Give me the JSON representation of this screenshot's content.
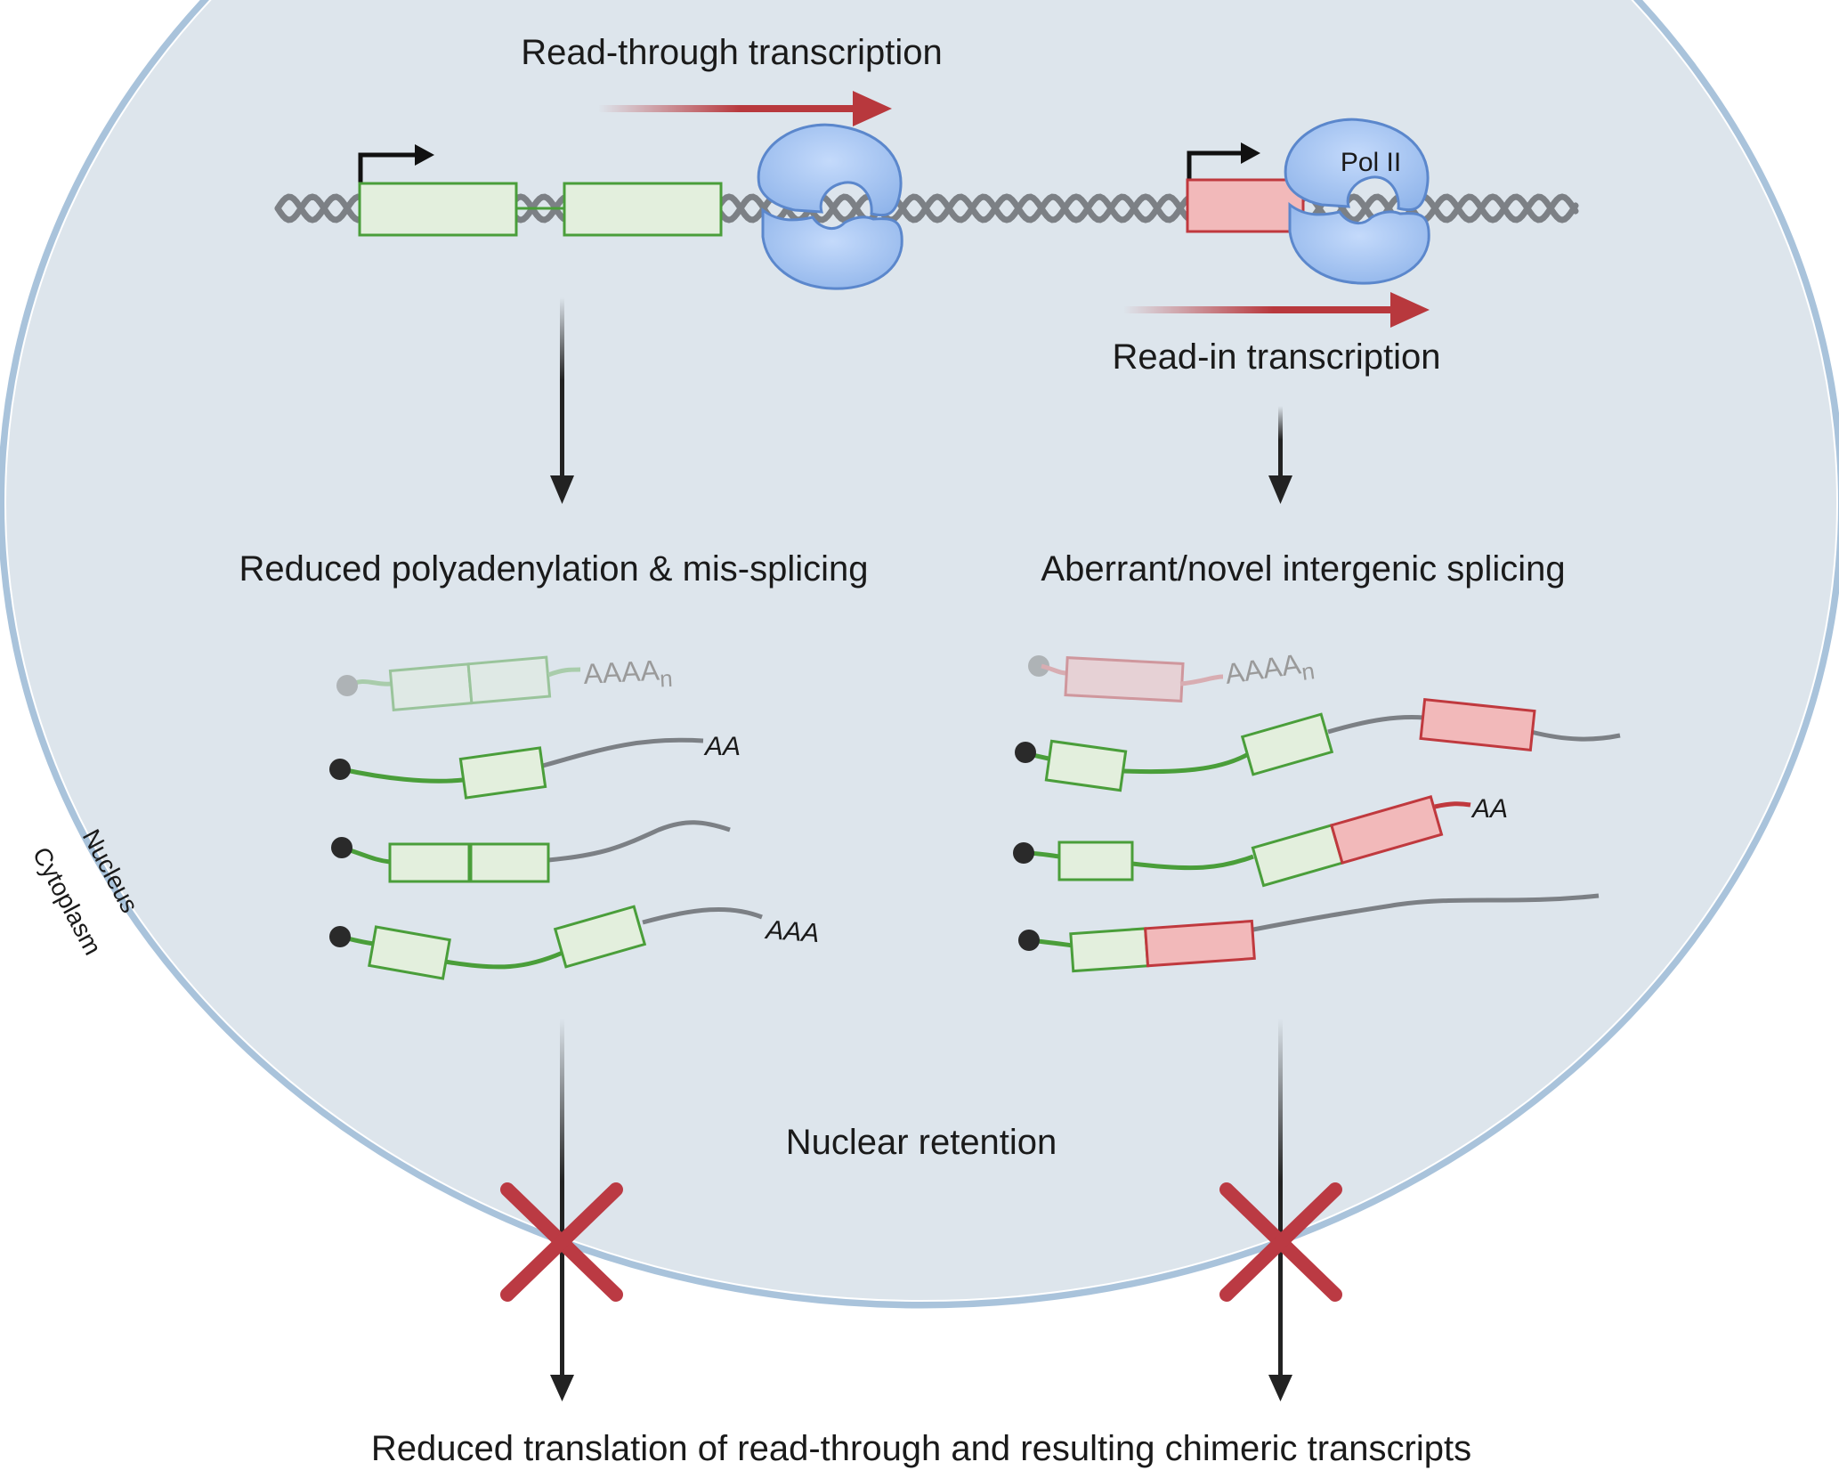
{
  "labels": {
    "read_through": "Read-through transcription",
    "read_in": "Read-in transcription",
    "pol2": "Pol II",
    "left_outcome": "Reduced polyadenylation & mis-splicing",
    "right_outcome": "Aberrant/novel intergenic splicing",
    "nuclear_retention": "Nuclear retention",
    "bottom": "Reduced translation of read-through and resulting chimeric transcripts",
    "nucleus": "Nucleus",
    "cytoplasm": "Cytoplasm"
  },
  "tails": {
    "left_faded_base": "AAAA",
    "left_faded_sub": "n",
    "left_1": "AA",
    "left_3": "AAA",
    "right_faded_base": "AAAA",
    "right_faded_sub": "n",
    "right_2": "AA"
  },
  "colors": {
    "nucleus_fill": "#dde5ec",
    "nucleus_border": "#9fbcd6",
    "exon_fill": "#e3efdd",
    "exon_stroke": "#4a9e3a",
    "red_exon_fill": "#f2b9ba",
    "red_exon_stroke": "#c0393e",
    "arrow_red": "#b8383d",
    "polymerase": "#a9c8f2",
    "cross": "#bb3a43"
  }
}
